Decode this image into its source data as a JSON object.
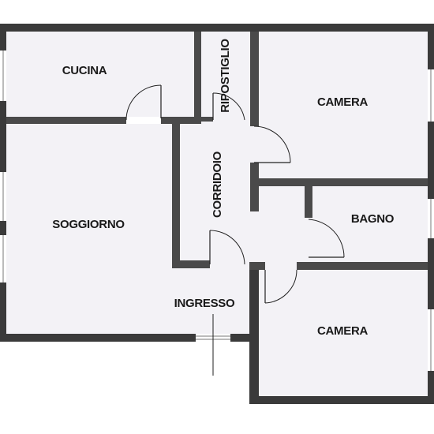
{
  "rooms": {
    "kitchen": "CUCINA",
    "storage": "RIPOSTIGLIO",
    "bedroom_top": "CAMERA",
    "corridor": "CORRIDOIO",
    "living_room": "SOGGIORNO",
    "bathroom": "BAGNO",
    "entrance": "INGRESSO",
    "bedroom_bottom": "CAMERA"
  },
  "colors": {
    "wall": "#4a4a4a",
    "floor": "#f3f2f6",
    "background": "#ffffff"
  }
}
